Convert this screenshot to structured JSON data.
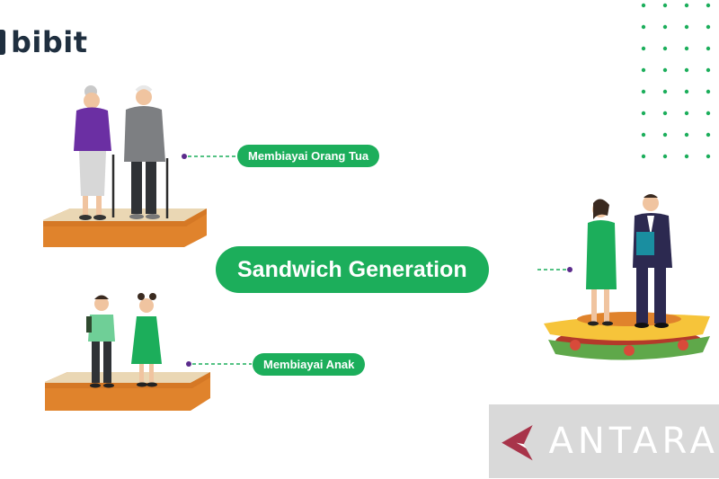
{
  "brand": {
    "logo_text": "bibit"
  },
  "labels": {
    "parents": "Membiayai Orang Tua",
    "center": "Sandwich Generation",
    "children": "Membiayai Anak"
  },
  "watermark": {
    "text": "ANTARA"
  },
  "colors": {
    "accent_green": "#1cae5b",
    "bread_crust": "#e0832c",
    "bread_top": "#ead7b4",
    "connector": "#5b2b8c",
    "watermark_bg": "#d9d9d9",
    "antara_red": "#a8344a"
  }
}
